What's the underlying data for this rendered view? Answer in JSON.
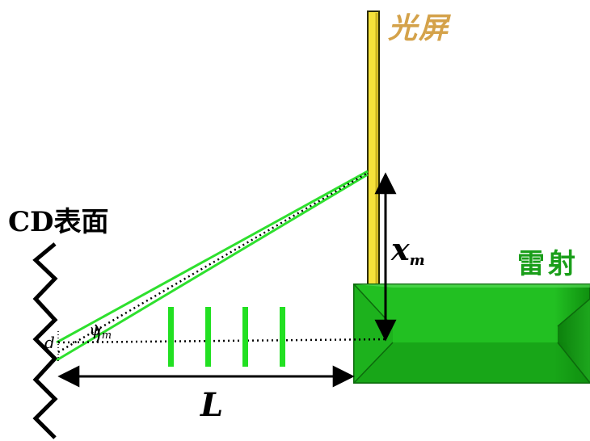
{
  "labels": {
    "screen": "光屏",
    "cd_surface": "CD表面",
    "laser": "雷射",
    "xm_main": "x",
    "xm_sub": "m",
    "distance": "L",
    "spacing": "d",
    "angle_main": "ψ",
    "angle_sub": "m"
  },
  "colors": {
    "screen_fill": "#f5e23a",
    "screen_stroke": "#2b2b00",
    "screen_label": "#d4a24a",
    "laser_green": "#22c022",
    "laser_dark": "#0a7a0a",
    "beam_green": "#2ee02e",
    "fringe_green": "#22e022",
    "laser_label": "#1a9e1a"
  }
}
